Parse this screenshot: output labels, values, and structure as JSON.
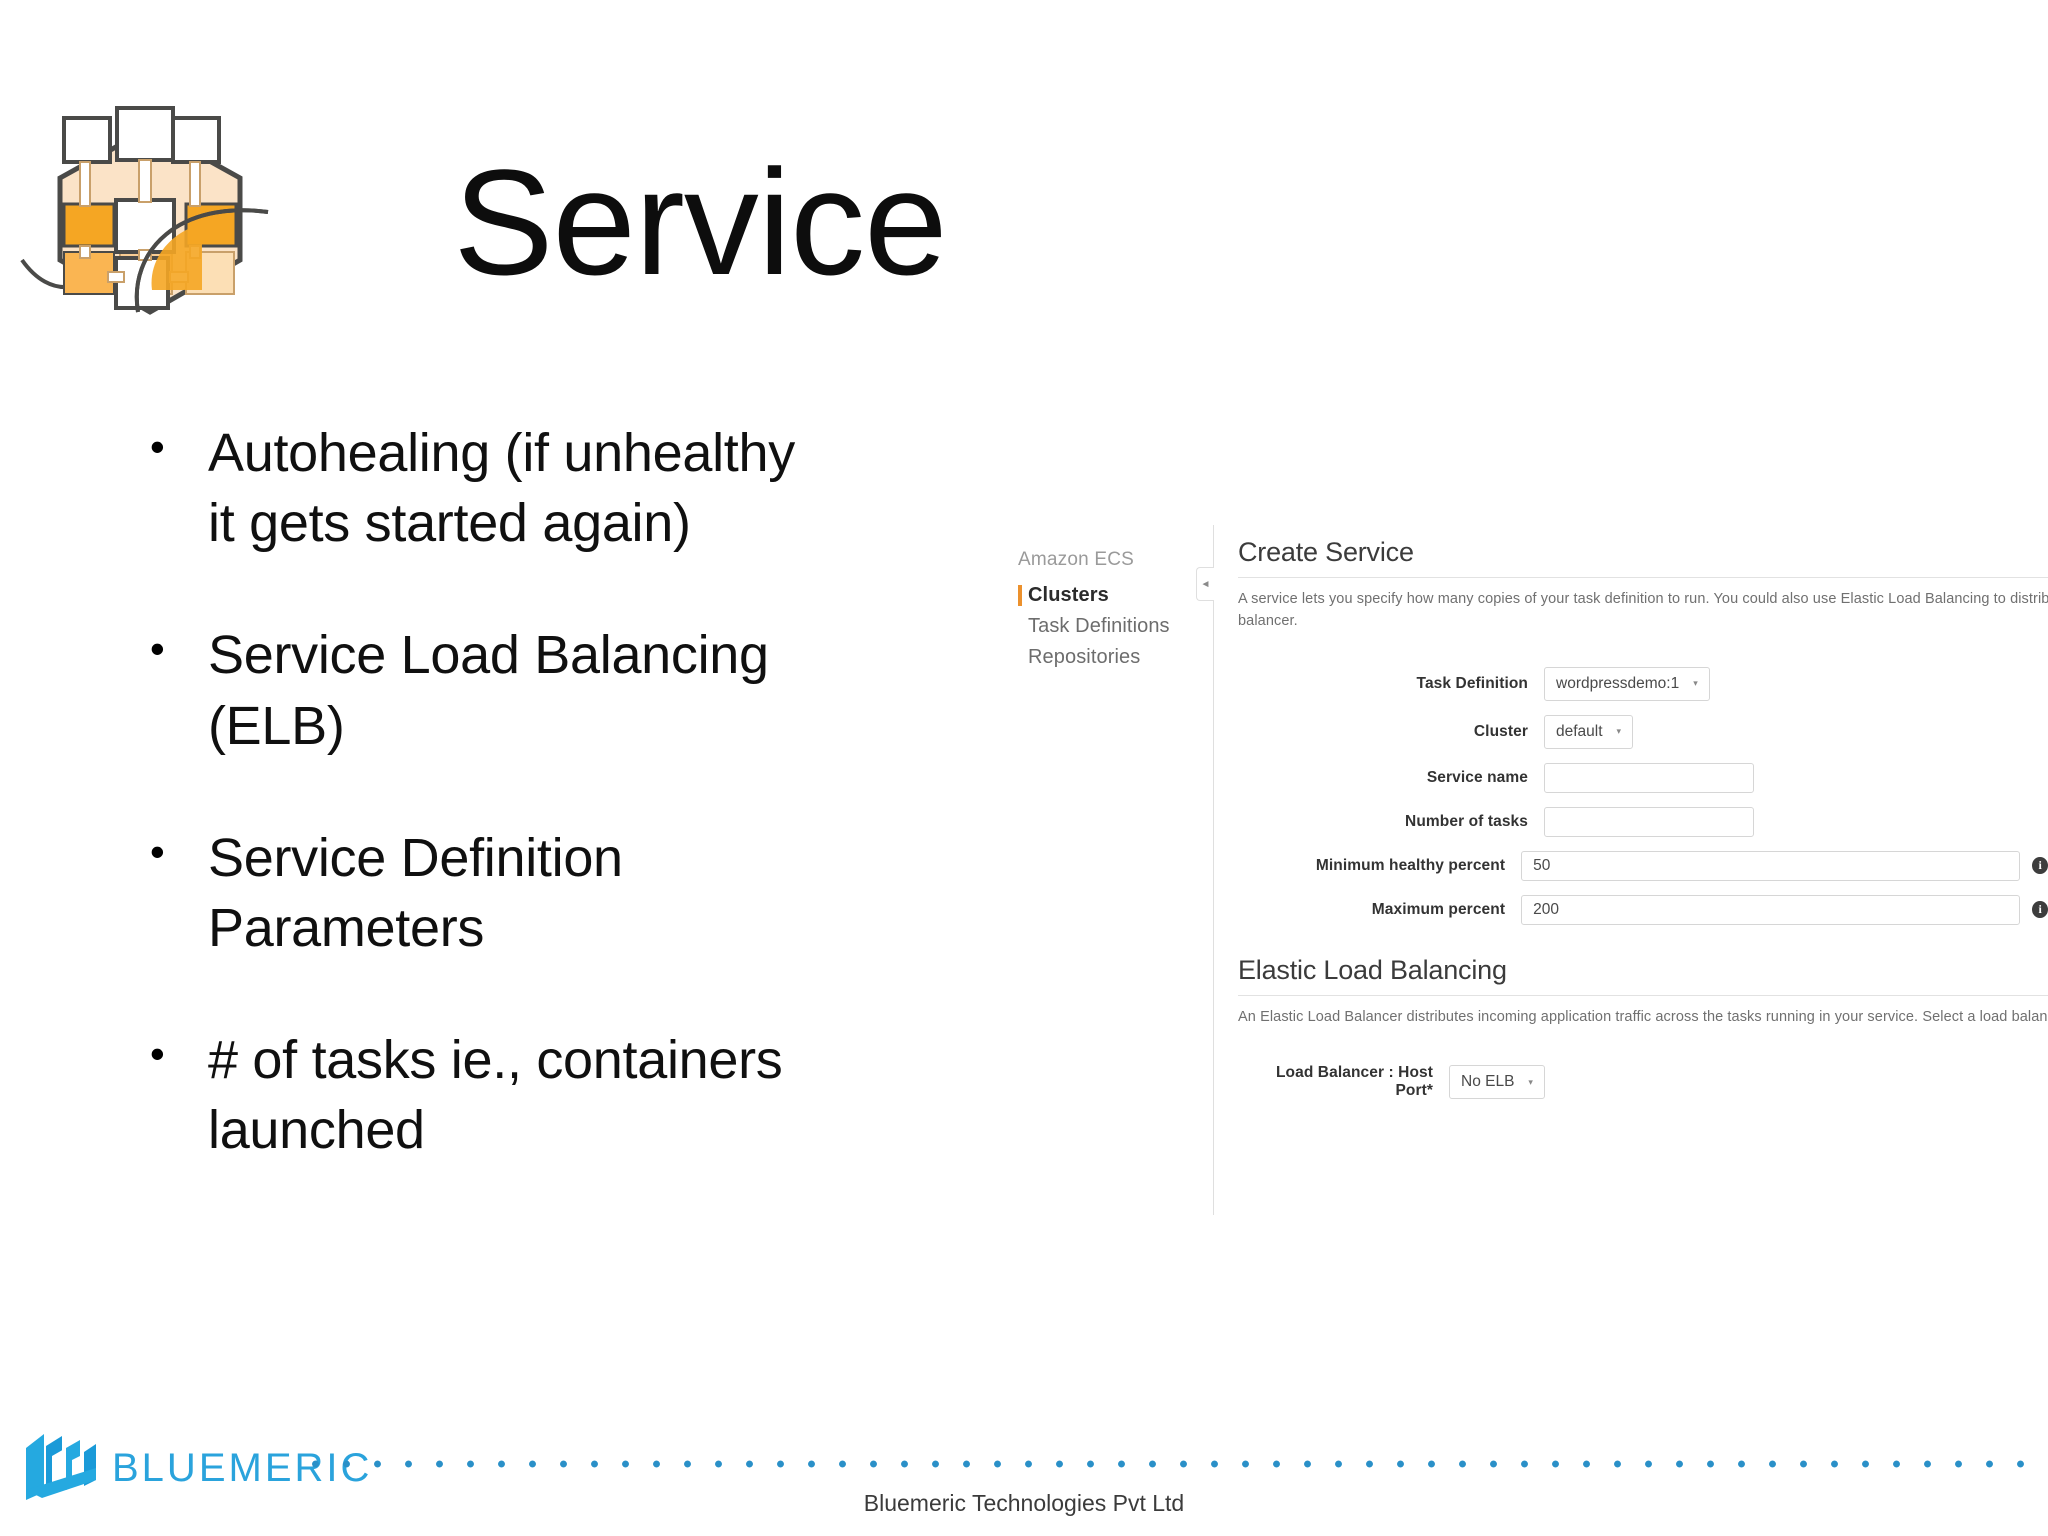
{
  "slide": {
    "title": "Service",
    "logo_icon": "bluemeric-hexagon-logo"
  },
  "bullets": [
    {
      "marker": "•",
      "text": "Autohealing (if unhealthy\nit gets started again)"
    },
    {
      "marker": "•",
      "text": "Service Load Balancing\n(ELB)"
    },
    {
      "marker": "•",
      "text": "Service Definition\nParameters"
    },
    {
      "marker": "•",
      "text": "# of tasks ie., containers\nlaunched"
    }
  ],
  "aws_console": {
    "sidebar": {
      "header": "Amazon ECS",
      "items": [
        {
          "label": "Clusters",
          "active": true
        },
        {
          "label": "Task Definitions",
          "active": false
        },
        {
          "label": "Repositories",
          "active": false
        }
      ],
      "collapse_icon": "◄"
    },
    "create_service": {
      "title": "Create Service",
      "description": "A service lets you specify how many copies of your task definition to run. You could also use Elastic Load Balancing to distribu\nbalancer.",
      "fields": [
        {
          "label": "Task Definition",
          "type": "select",
          "value": "wordpressdemo:1",
          "caret": "▾"
        },
        {
          "label": "Cluster",
          "type": "select",
          "value": "default",
          "caret": "▾"
        },
        {
          "label": "Service name",
          "type": "input",
          "value": ""
        },
        {
          "label": "Number of tasks",
          "type": "input",
          "value": ""
        },
        {
          "label": "Minimum healthy percent",
          "type": "input",
          "value": "50",
          "info": "i"
        },
        {
          "label": "Maximum percent",
          "type": "input",
          "value": "200",
          "info": "i"
        }
      ]
    },
    "elastic_load_balancing": {
      "title": "Elastic Load Balancing",
      "description": "An Elastic Load Balancer distributes incoming application traffic across the tasks running in your service. Select a load balanc",
      "load_balancer_label": "Load Balancer : Host Port*",
      "load_balancer_value": "No ELB",
      "caret": "▾"
    }
  },
  "footer": {
    "wordmark": "BLUEMERIC",
    "logo_icon": "bluemeric-bars-logo",
    "company": "Bluemeric Technologies Pvt Ltd",
    "accent_color": "#2aa3dc"
  }
}
